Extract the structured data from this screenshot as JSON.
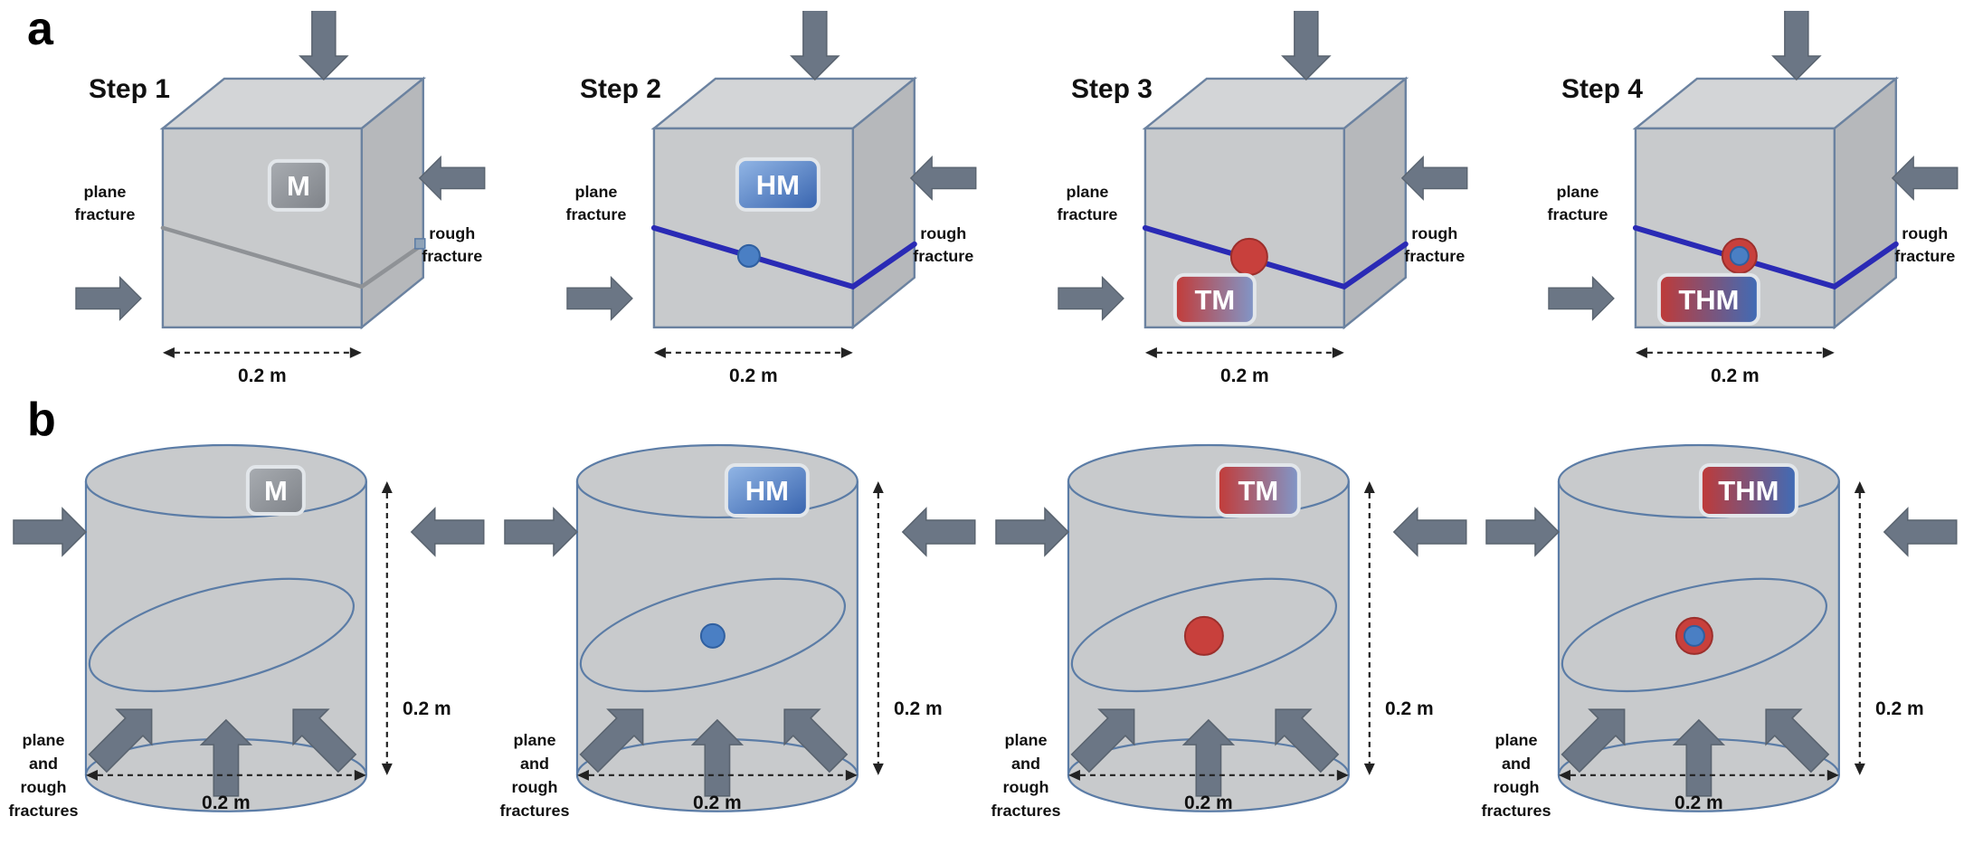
{
  "panels": {
    "a": "a",
    "b": "b"
  },
  "colors": {
    "body_gray": "#c8cacc",
    "edge_blue": "#5b7ca6",
    "arrow_gray": "#6b7685",
    "fracture_gray": "#8f9296",
    "fracture_blue": "#2a2ab5",
    "marker_blue": "#4a7fc4",
    "marker_red": "#c8403c",
    "badge_m_1": "#a9adb2",
    "badge_m_2": "#7e8288",
    "badge_hm_1": "#93b7e6",
    "badge_hm_2": "#3763ae",
    "badge_tm_1": "#c33b38",
    "badge_tm_2": "#8097c9",
    "badge_thm_1": "#c03a38",
    "badge_thm_2": "#3f6cb7"
  },
  "row_a": {
    "steps": [
      {
        "title": "Step 1",
        "badge": "M",
        "left_label": [
          "plane",
          "fracture"
        ],
        "right_label": [
          "rough",
          "fracture"
        ],
        "dim": "0.2 m"
      },
      {
        "title": "Step 2",
        "badge": "HM",
        "left_label": [
          "plane",
          "fracture"
        ],
        "right_label": [
          "rough",
          "fracture"
        ],
        "dim": "0.2 m"
      },
      {
        "title": "Step 3",
        "badge": "TM",
        "left_label": [
          "plane",
          "fracture"
        ],
        "right_label": [
          "rough",
          "fracture"
        ],
        "dim": "0.2 m"
      },
      {
        "title": "Step 4",
        "badge": "THM",
        "left_label": [
          "plane",
          "fracture"
        ],
        "right_label": [
          "rough",
          "fracture"
        ],
        "dim": "0.2 m"
      }
    ]
  },
  "row_b": {
    "cylinders": [
      {
        "badge": "M",
        "side_label": [
          "plane",
          "and",
          "rough",
          "fractures"
        ],
        "height_dim": "0.2 m",
        "diameter_dim": "0.2 m"
      },
      {
        "badge": "HM",
        "side_label": [
          "plane",
          "and",
          "rough",
          "fractures"
        ],
        "height_dim": "0.2 m",
        "diameter_dim": "0.2 m"
      },
      {
        "badge": "TM",
        "side_label": [
          "plane",
          "and",
          "rough",
          "fractures"
        ],
        "height_dim": "0.2 m",
        "diameter_dim": "0.2 m"
      },
      {
        "badge": "THM",
        "side_label": [
          "plane",
          "and",
          "rough",
          "fractures"
        ],
        "height_dim": "0.2 m",
        "diameter_dim": "0.2 m"
      }
    ]
  }
}
